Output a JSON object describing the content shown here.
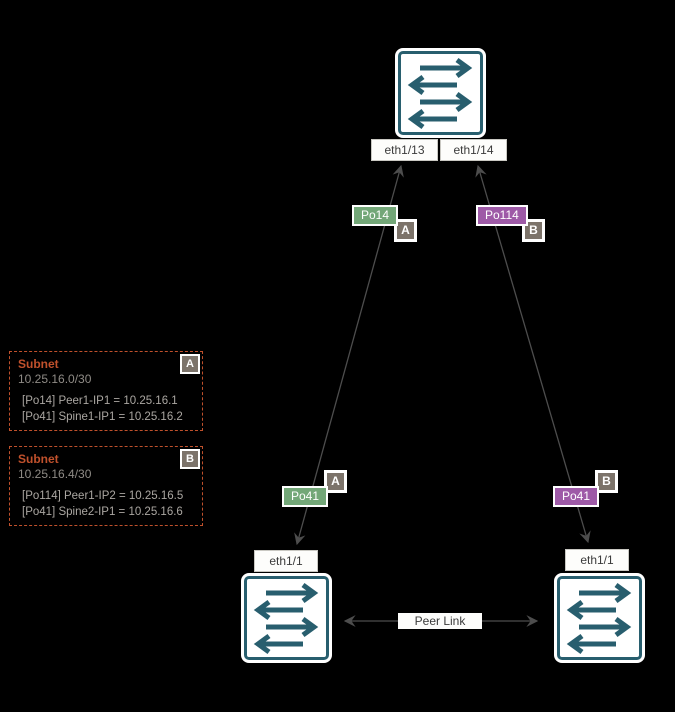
{
  "colors": {
    "background": "#000000",
    "switch_teal": "#285e6e",
    "connector_gray": "#4d4d4d",
    "po_green": "#73a778",
    "po_purple": "#9e5aa7",
    "tag_gray": "#7c736a",
    "subnet_accent": "#c0512c"
  },
  "spine_switch": {
    "ports": [
      {
        "label": "eth1/13"
      },
      {
        "label": "eth1/14"
      }
    ]
  },
  "port_channels": {
    "top_left": {
      "label": "Po14",
      "tag": "A"
    },
    "top_right": {
      "label": "Po114",
      "tag": "B"
    },
    "bottom_left": {
      "label": "Po41",
      "tag": "A"
    },
    "bottom_right": {
      "label": "Po41",
      "tag": "B"
    }
  },
  "leaf_switches": {
    "left": {
      "port": "eth1/1"
    },
    "right": {
      "port": "eth1/1"
    }
  },
  "peer_link": {
    "label": "Peer Link"
  },
  "subnets": [
    {
      "title": "Subnet",
      "tag": "A",
      "cidr": "10.25.16.0/30",
      "entries": [
        "[Po14] Peer1-IP1 = 10.25.16.1",
        "[Po41] Spine1-IP1 = 10.25.16.2"
      ]
    },
    {
      "title": "Subnet",
      "tag": "B",
      "cidr": "10.25.16.4/30",
      "entries": [
        "[Po114] Peer1-IP2 = 10.25.16.5",
        "[Po41] Spine2-IP1 = 10.25.16.6"
      ]
    }
  ]
}
